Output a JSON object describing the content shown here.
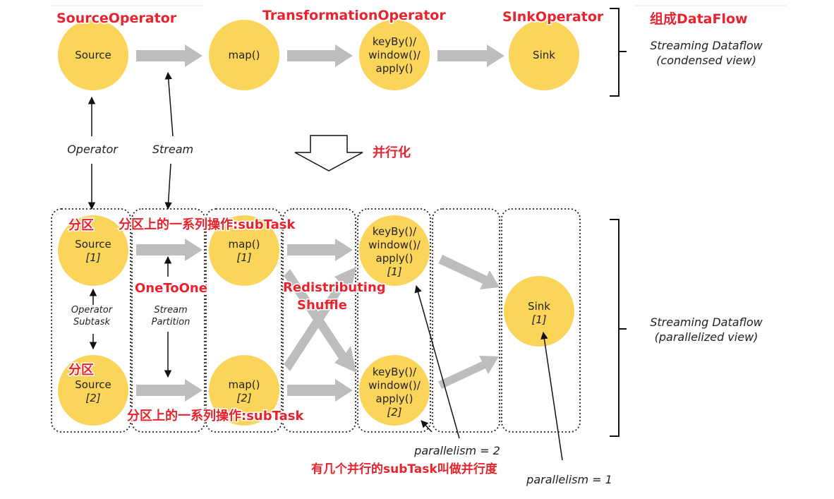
{
  "colors": {
    "node": "#fbd55a",
    "arrow": "#bdbdbd",
    "annotation": "#e8232d",
    "text": "#222222"
  },
  "condensed": {
    "source": "Source",
    "map": "map()",
    "keyby": [
      "keyBy()/",
      "window()/",
      "apply()"
    ],
    "sink": "Sink",
    "label": [
      "Streaming Dataflow",
      "(condensed view)"
    ]
  },
  "labels": {
    "operator": "Operator",
    "stream": "Stream",
    "operator_subtask": [
      "Operator",
      "Subtask"
    ],
    "stream_partition": [
      "Stream",
      "Partition"
    ],
    "parallelism2": "parallelism = 2",
    "parallelism1": "parallelism = 1"
  },
  "parallel": {
    "source1": [
      "Source",
      "[1]"
    ],
    "source2": [
      "Source",
      "[2]"
    ],
    "map1": [
      "map()",
      "[1]"
    ],
    "map2": [
      "map()",
      "[2]"
    ],
    "keyby1": [
      "keyBy()/",
      "window()/",
      "apply()",
      "[1]"
    ],
    "keyby2": [
      "keyBy()/",
      "window()/",
      "apply()",
      "[2]"
    ],
    "sink1": [
      "Sink",
      "[1]"
    ],
    "label": [
      "Streaming Dataflow",
      "(parallelized view)"
    ]
  },
  "annotations": {
    "source_operator": "SourceOperator",
    "transformation_operator": "TransformationOperator",
    "sink_operator": "SInkOperator",
    "dataflow": "组成DataFlow",
    "parallelize": "并行化",
    "partition_top": "分区",
    "subtask_top": "分区上的一系列操作:subTask",
    "onetoone": "OneToOne",
    "redistributing": "Redistributing",
    "shuffle": "Shuffle",
    "partition_bottom": "分区",
    "subtask_bottom": "分区上的一系列操作:subTask",
    "parallelism_note": "有几个并行的subTask叫做并行度"
  }
}
